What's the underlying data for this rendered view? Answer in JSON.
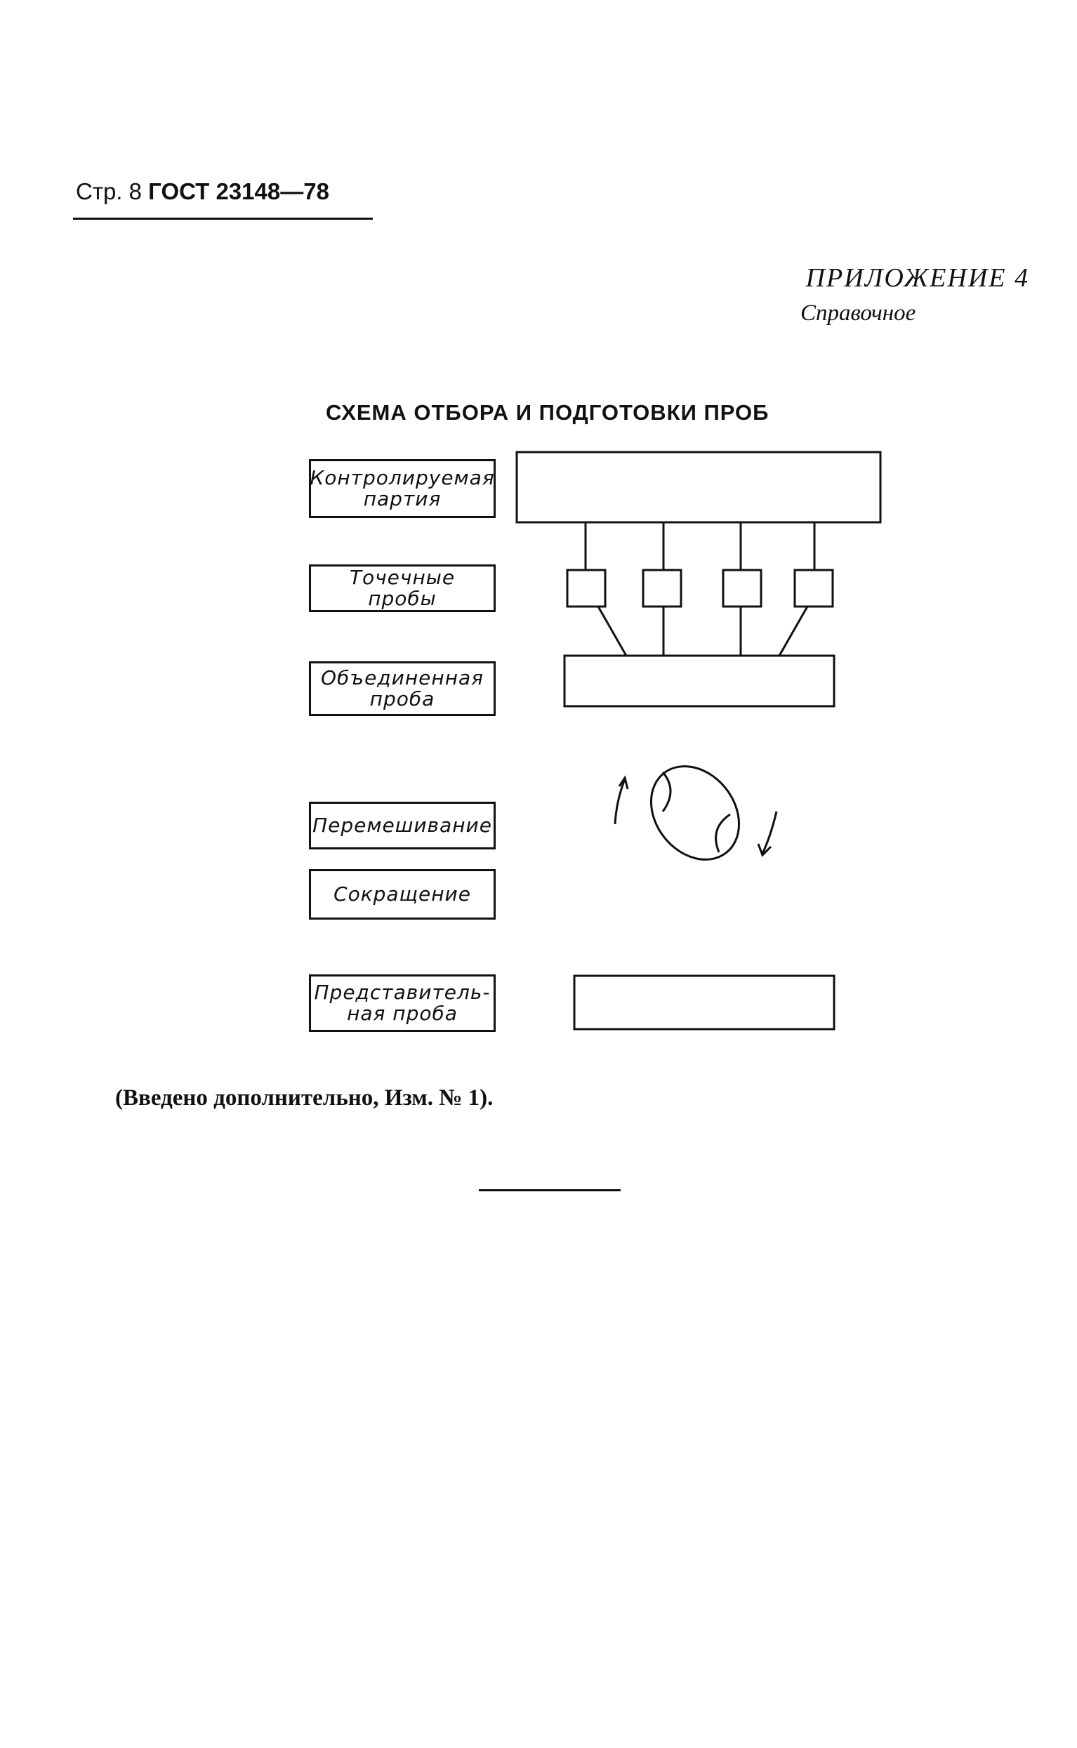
{
  "header": {
    "prefix": "Стр. 8",
    "standard": "ГОСТ 23148—78"
  },
  "appendix": {
    "title": "ПРИЛОЖЕНИЕ 4",
    "subtitle": "Справочное"
  },
  "scheme": {
    "title": "СХЕМА ОТБОРА И ПОДГОТОВКИ ПРОБ",
    "labels": {
      "batch": [
        "Контролируемая",
        "партия"
      ],
      "spot": [
        "Точечные",
        "пробы"
      ],
      "combined": [
        "Объединенная",
        "проба"
      ],
      "mixing": "Перемешивание",
      "reduction": "Сокращение",
      "representative": [
        "Представитель-",
        "ная проба"
      ]
    }
  },
  "footnote": "(Введено дополнительно, Изм. № 1)."
}
